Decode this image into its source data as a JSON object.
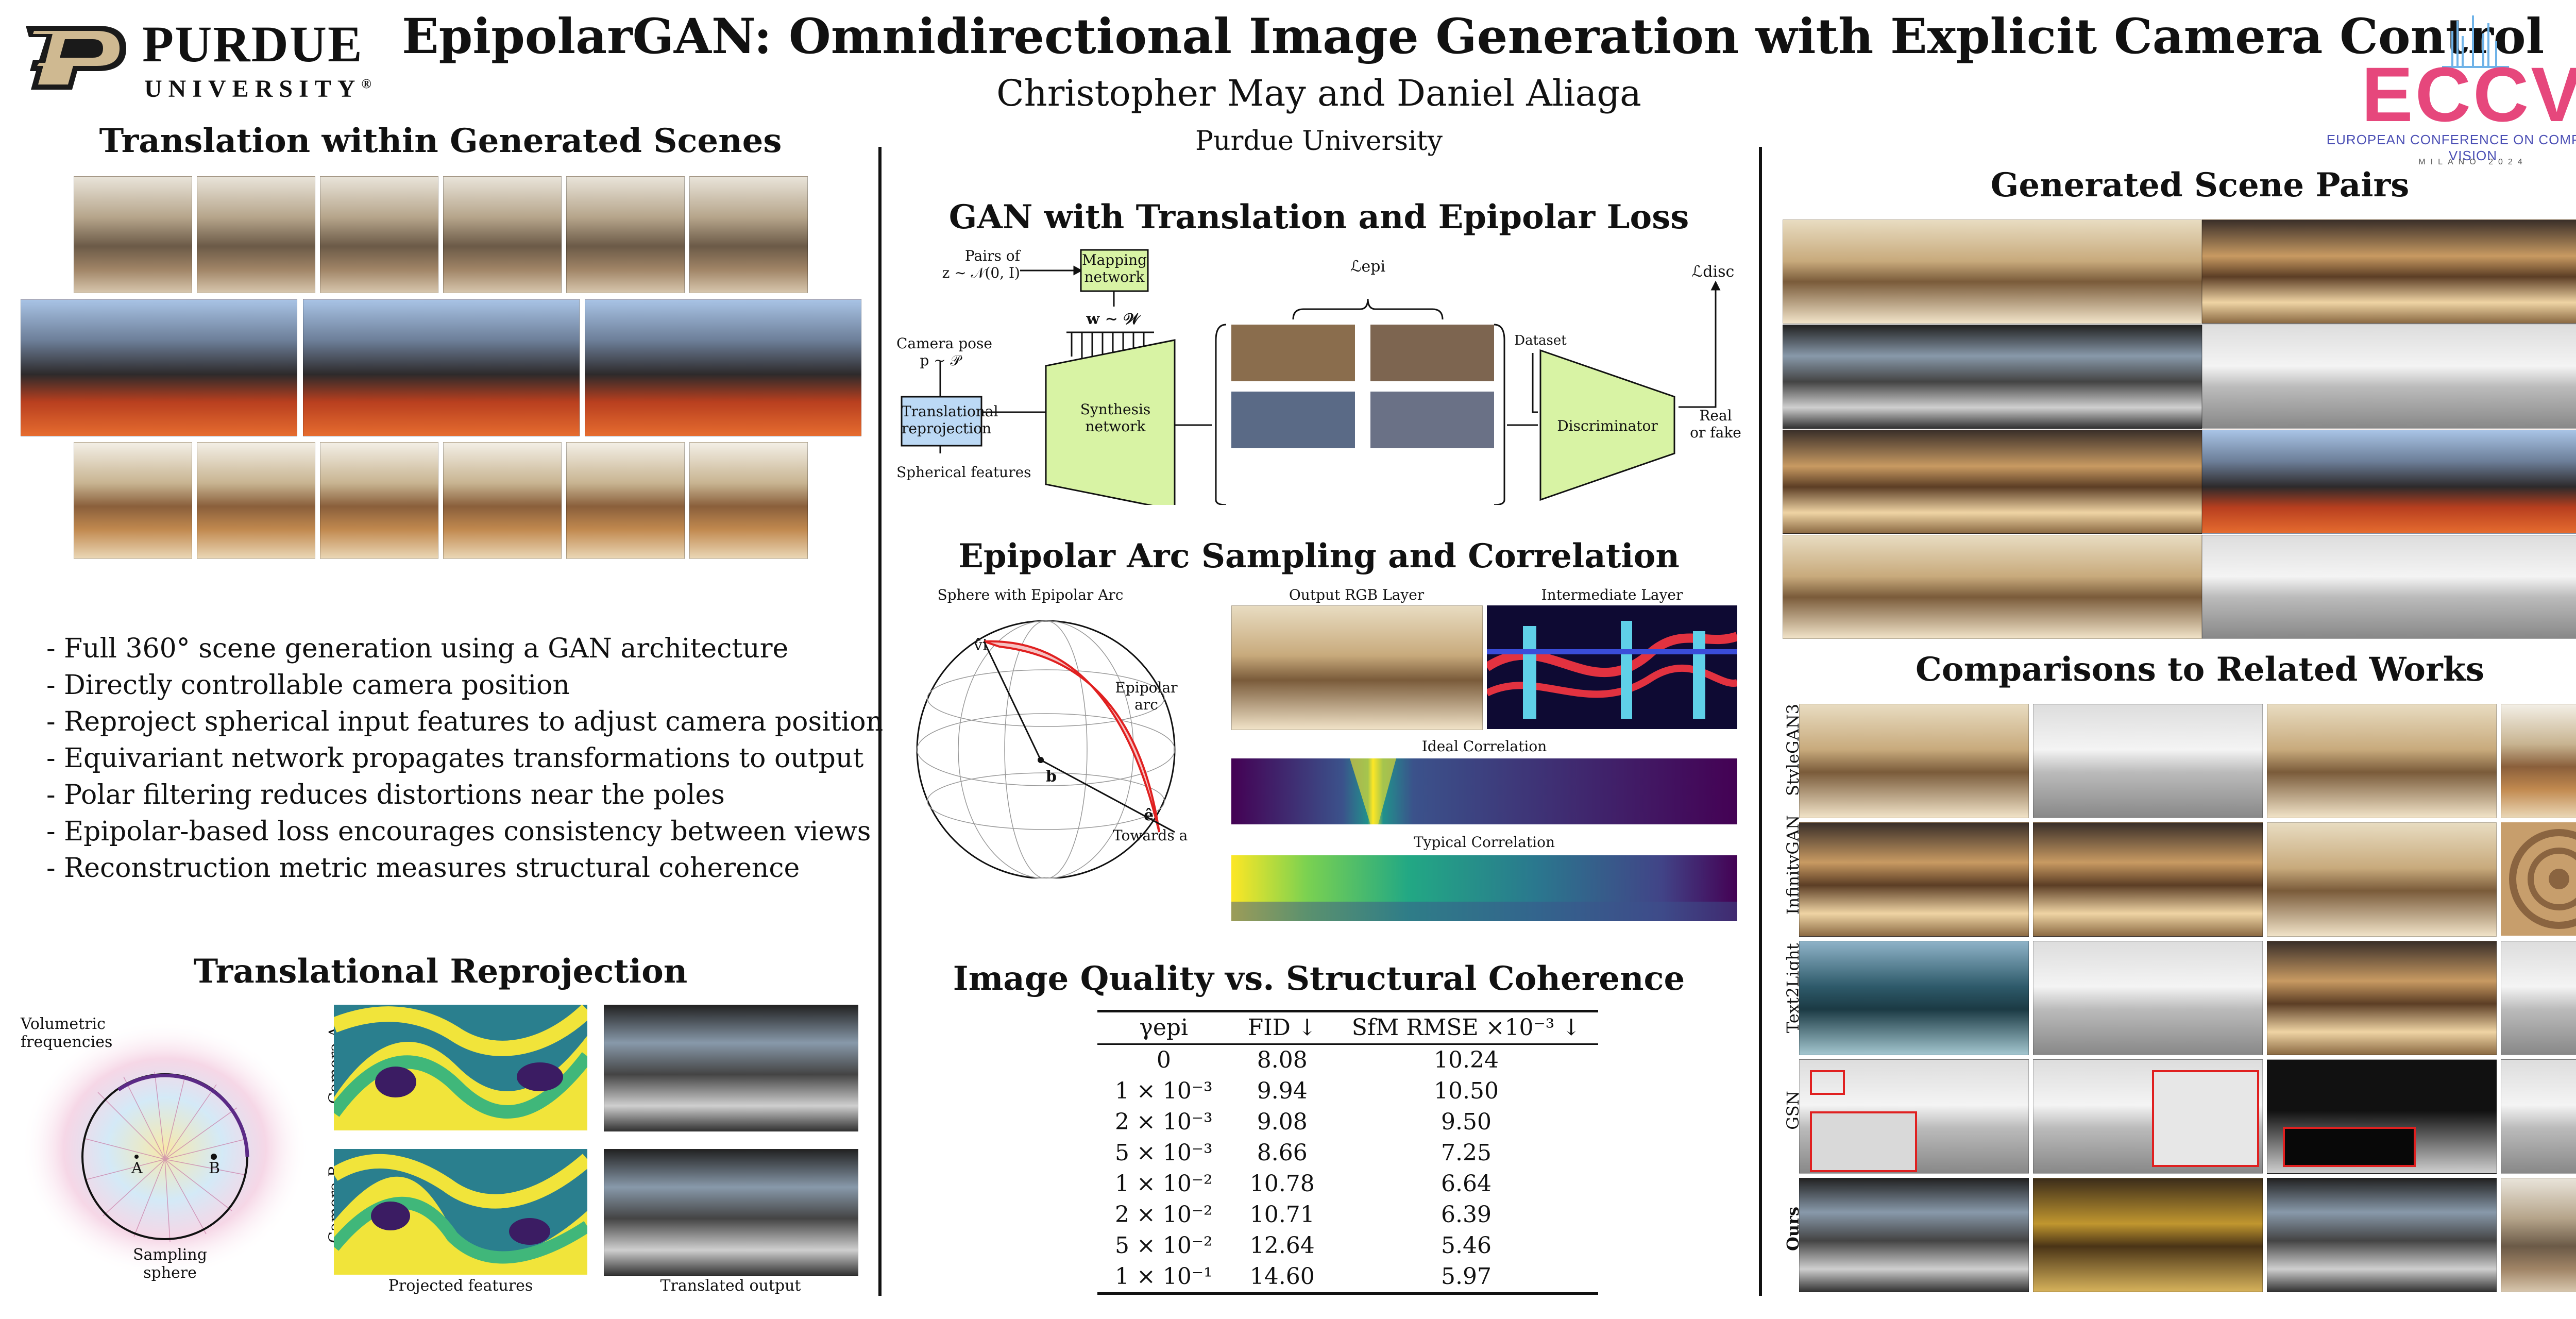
{
  "header": {
    "logo": {
      "word": "PURDUE",
      "sub": "UNIVERSITY",
      "reg": "®"
    },
    "title": "EpipolarGAN: Omnidirectional Image Generation with Explicit Camera Control",
    "authors": "Christopher May and Daniel Aliaga",
    "affiliation": "Purdue University",
    "conference_logo": {
      "text": "ECCV",
      "subtitle": "EUROPEAN CONFERENCE ON COMPUTER VISION",
      "city": "MILANO 2024"
    }
  },
  "colors": {
    "purdue_gold": "#cfb991",
    "eccv_pink": "#e6477c",
    "eccv_purple": "#6a4fc2",
    "mapping_green": "#d8f3a4",
    "reproj_blue": "#bcd9f5",
    "zoom_red": "#e02020"
  },
  "left": {
    "section1_title": "Translation within Generated Scenes",
    "bullets": [
      "- Full 360° scene generation using a GAN architecture",
      "- Directly controllable camera position",
      "- Reproject spherical input features to adjust camera position",
      "- Equivariant network propagates transformations to output",
      "- Polar filtering reduces distortions near the poles",
      "- Epipolar-based loss encourages consistency between views",
      "- Reconstruction metric measures structural coherence"
    ],
    "section2_title": "Translational Reprojection",
    "reproj": {
      "volumetric": "Volumetric",
      "frequencies": "frequencies",
      "sampling": "Sampling",
      "sphere": "sphere",
      "point_a": "A",
      "point_b": "B",
      "camera_a": "Camera A",
      "camera_b": "Camera B",
      "projected_features": "Projected features",
      "translated_output": "Translated output"
    }
  },
  "middle": {
    "section1_title": "GAN with Translation and Epipolar Loss",
    "gan": {
      "pairs_of": "Pairs of",
      "z_dist": "z ∼ 𝒩(0, I)",
      "mapping": "Mapping",
      "network": "network",
      "w_dist": "w ∼ 𝒲",
      "camera_pose": "Camera pose",
      "p_dist": "p ∼ 𝒫",
      "translational": "Translational",
      "reprojection": "reprojection",
      "spherical_features": "Spherical features",
      "synthesis": "Synthesis",
      "synthesis_network": "network",
      "l_epi": "ℒepi",
      "l_disc": "ℒdisc",
      "dataset": "Dataset",
      "discriminator": "Discriminator",
      "real": "Real",
      "or_fake": "or fake"
    },
    "section2_title": "Epipolar Arc Sampling and Correlation",
    "arc": {
      "sphere_caption": "Sphere with Epipolar Arc",
      "v_label": "v̂i",
      "epipolar": "Epipolar",
      "arc": "arc",
      "b_label": "b",
      "e_label": "ê",
      "towards": "Towards a",
      "output_rgb": "Output RGB Layer",
      "intermediate": "Intermediate Layer",
      "ideal": "Ideal Correlation",
      "typical": "Typical Correlation"
    },
    "section3_title": "Image Quality vs. Structural Coherence",
    "table": {
      "headers": [
        "γepi",
        "FID ↓",
        "SfM RMSE ×10⁻³ ↓"
      ],
      "rows": [
        [
          "0",
          "8.08",
          "10.24"
        ],
        [
          "1 × 10⁻³",
          "9.94",
          "10.50"
        ],
        [
          "2 × 10⁻³",
          "9.08",
          "9.50"
        ],
        [
          "5 × 10⁻³",
          "8.66",
          "7.25"
        ],
        [
          "1 × 10⁻²",
          "10.78",
          "6.64"
        ],
        [
          "2 × 10⁻²",
          "10.71",
          "6.39"
        ],
        [
          "5 × 10⁻²",
          "12.64",
          "5.46"
        ],
        [
          "1 × 10⁻¹",
          "14.60",
          "5.97"
        ]
      ],
      "bold_row": 4
    }
  },
  "right": {
    "section1_title": "Generated Scene Pairs",
    "section2_title": "Comparisons to Related Works",
    "row_labels": [
      "StyleGAN3",
      "InfinityGAN",
      "Text2Light",
      "GSN",
      "Ours"
    ]
  }
}
